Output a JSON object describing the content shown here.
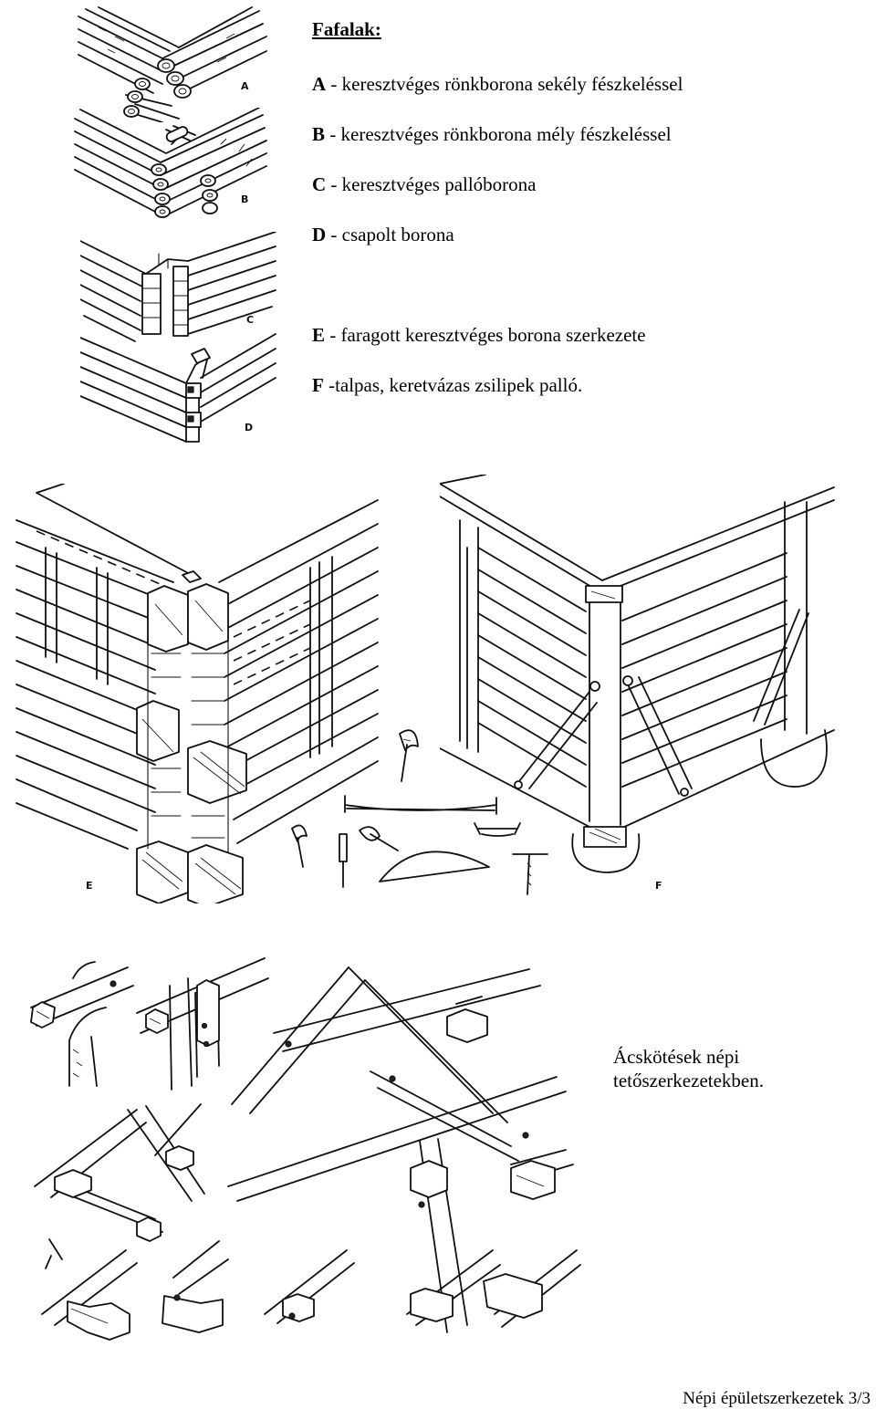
{
  "legend": {
    "title": "Fafalak:",
    "items": [
      {
        "key": "A",
        "text": " - keresztvéges rönkborona sekély fészkeléssel"
      },
      {
        "key": "B",
        "text": " - keresztvéges rönkborona mély fészkeléssel"
      },
      {
        "key": "C",
        "text": " - keresztvéges pallóborona"
      },
      {
        "key": "D",
        "text": " - csapolt borona"
      },
      {
        "key": "E",
        "text": " - faragott keresztvéges borona szerkezete"
      },
      {
        "key": "F",
        "text": " -talpas, keretvázas zsilipek palló."
      }
    ]
  },
  "figure_labels": {
    "a": "A",
    "b": "B",
    "c": "C",
    "d": "D",
    "e": "E",
    "f": "F"
  },
  "roof_caption": {
    "line1": "Ácskötések népi",
    "line2": "tetőszerkezetekben."
  },
  "footer": "Népi épületszerkezetek 3/3"
}
